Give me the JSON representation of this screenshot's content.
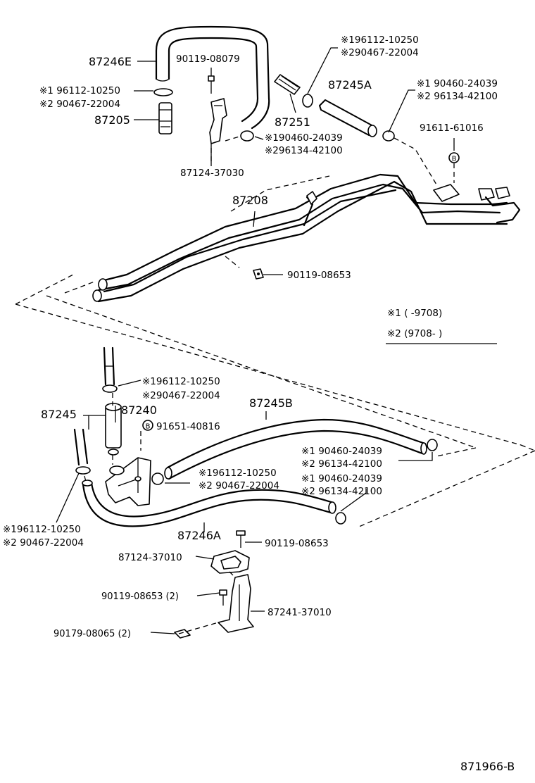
{
  "diagram": {
    "figure_code": "871966-B",
    "legend": {
      "note1": "※1 (      -9708)",
      "note2": "※2 (9708-      )"
    },
    "labels": {
      "p87246E": "87246E",
      "p90119_08079": "90119-08079",
      "ref1_top_left_1": "※1 96112-10250",
      "ref1_top_left_2": "※2 90467-22004",
      "p87205": "87205",
      "ref_top_center_1": "※196112-10250",
      "ref_top_center_2": "※290467-22004",
      "p87245A": "87245A",
      "ref_top_right_1": "※1 90460-24039",
      "ref_top_right_2": "※2 96134-42100",
      "p87251": "87251",
      "ref_mid_center_1": "※190460-24039",
      "ref_mid_center_2": "※296134-42100",
      "p91611_61016": "91611-61016",
      "p87124_37030": "87124-37030",
      "p87208": "87208",
      "p90119_08653_top": "90119-08653",
      "ref_low_1a": "※196112-10250",
      "ref_low_1b": "※290467-22004",
      "p87245": "87245",
      "p87240": "87240",
      "p87245B": "87245B",
      "p91651_40816": "91651-40816",
      "ref_low_2a": "※1 90460-24039",
      "ref_low_2b": "※2 96134-42100",
      "ref_low_3a": "※196112-10250",
      "ref_low_3b": "※2 90467-22004",
      "ref_low_4a": "※1 90460-24039",
      "ref_low_4b": "※2 96134-42100",
      "ref_low_left_a": "※196112-10250",
      "ref_low_left_b": "※2 90467-22004",
      "p87246A": "87246A",
      "p90119_08653_low": "90119-08653",
      "p87124_37010": "87124-37010",
      "p90119_08653_2": "90119-08653 (2)",
      "p87241_37010": "87241-37010",
      "p90179_08065_2": "90179-08065 (2)"
    },
    "bolt_badge": "B"
  }
}
